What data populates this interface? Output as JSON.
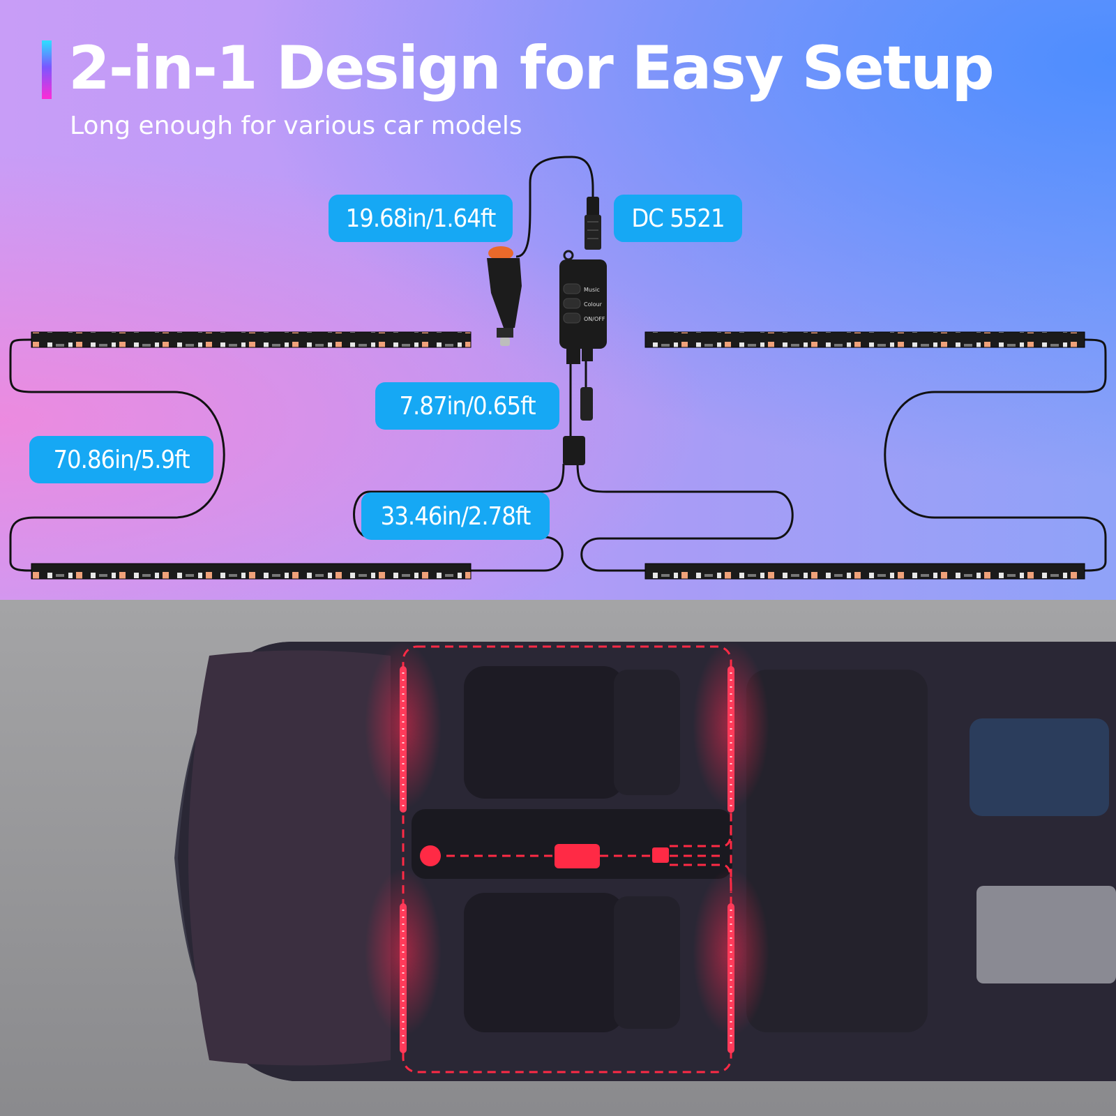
{
  "header": {
    "title": "2-in-1 Design for Easy Setup",
    "subtitle": "Long enough for various car models"
  },
  "labels": {
    "cigarette_cable": "19.68in/1.64ft",
    "dc_connector": "DC 5521",
    "splitter_cable": "7.87in/0.65ft",
    "strip_cable": "70.86in/5.9ft",
    "link_cable": "33.46in/2.78ft"
  },
  "controller": {
    "buttons": [
      "Music",
      "Colour",
      "ON/OFF"
    ]
  },
  "colors": {
    "label_bg": "#16a8f4",
    "led_red": "#ff2a45",
    "cable": "#111111"
  },
  "icons": [
    "cigarette-plug-icon",
    "dc-plug-icon",
    "controller-box-icon",
    "led-strip-icon"
  ]
}
